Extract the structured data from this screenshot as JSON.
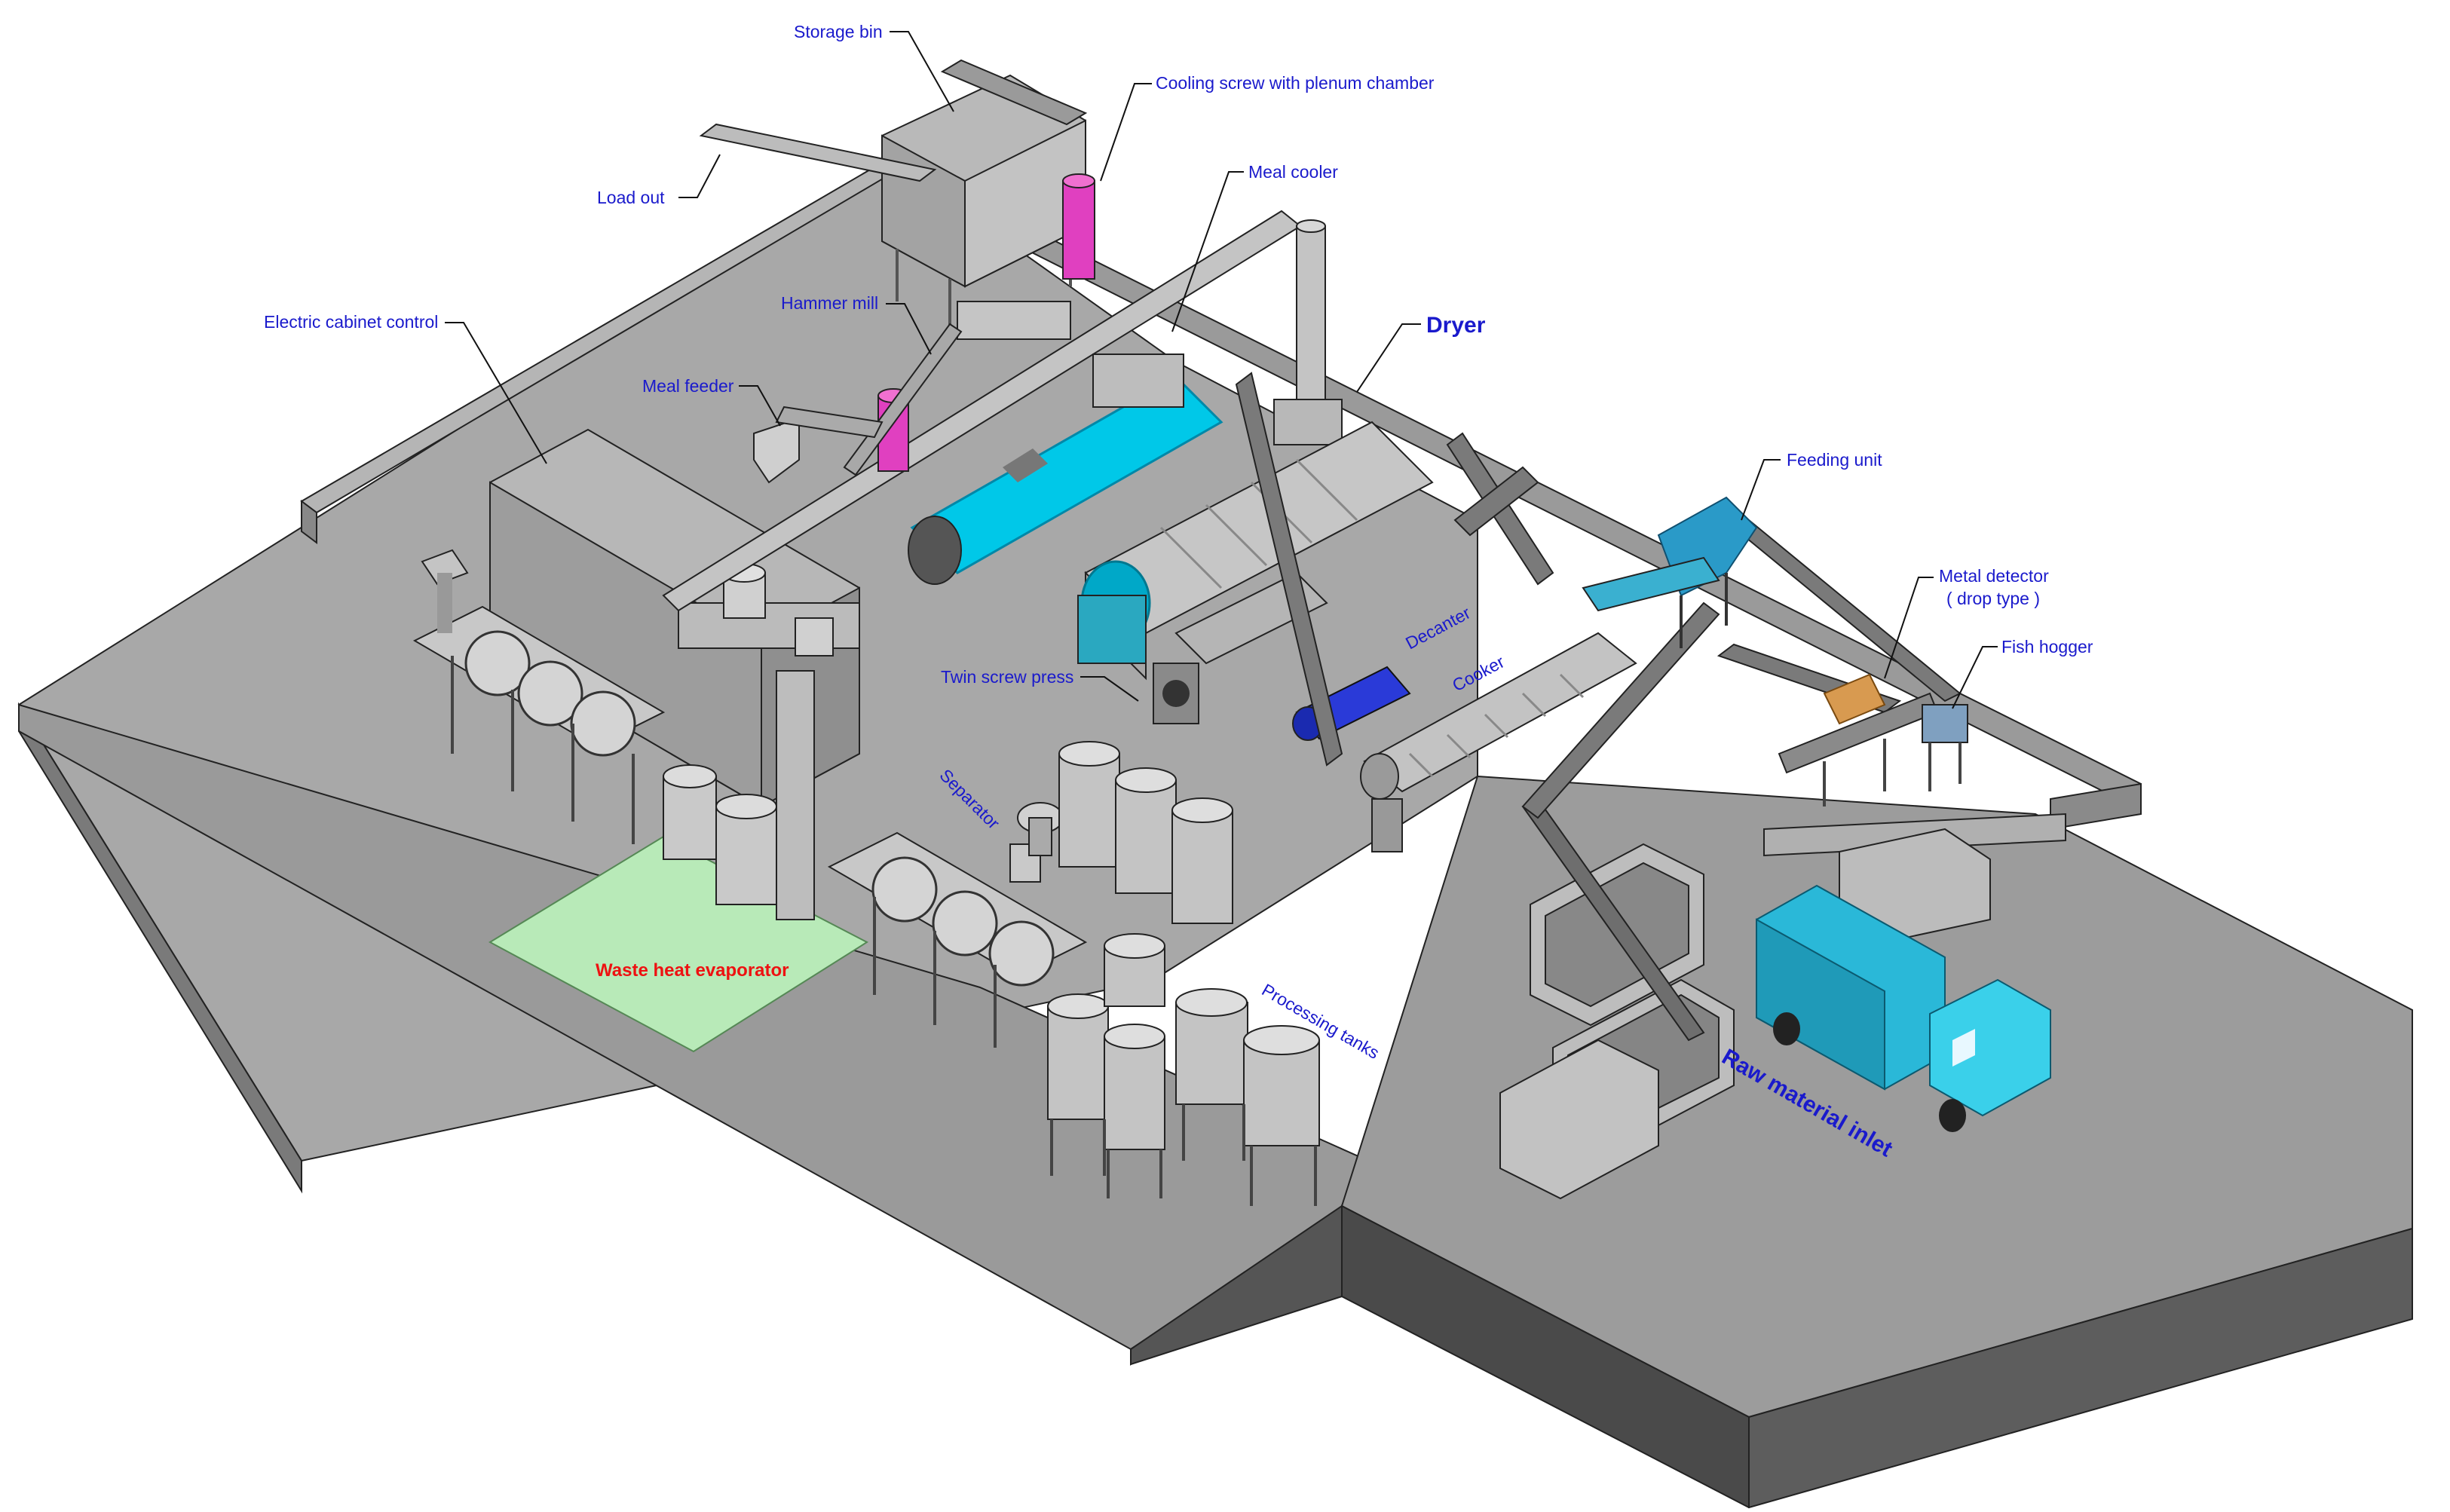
{
  "labels": {
    "storage_bin": "Storage bin",
    "cooling_screw": "Cooling screw with plenum chamber",
    "load_out": "Load out",
    "meal_cooler": "Meal cooler",
    "electric_cabinet": "Electric cabinet control",
    "hammer_mill": "Hammer mill",
    "dryer": "Dryer",
    "meal_feeder": "Meal feeder",
    "feeding_unit": "Feeding unit",
    "decanter": "Decanter",
    "metal_detector_1": "Metal detector",
    "metal_detector_2": "( drop type )",
    "cooker": "Cooker",
    "fish_hogger": "Fish hogger",
    "twin_screw_press": "Twin screw press",
    "separator": "Separator",
    "processing_tanks": "Processing tanks",
    "waste_heat_evaporator": "Waste heat evaporator",
    "raw_material_inlet": "Raw material inlet"
  },
  "colors": {
    "label": "#1a1acc",
    "highlight_label": "#ee1111",
    "floor": "#a6a6a6",
    "floor_side": "#5a5a5a",
    "cyan_equipment": "#00c8e8",
    "magenta_equipment": "#e040c0",
    "evaporator_zone": "#b8eab8",
    "truck": "#2ab8d8"
  }
}
